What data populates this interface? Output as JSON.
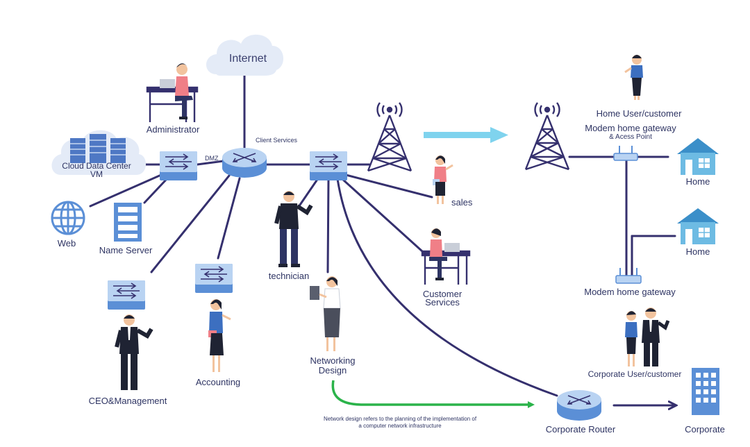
{
  "labels": {
    "internet": "Internet",
    "administrator": "Administrator",
    "client_services": "Client Services",
    "cloud_data_center": "Cloud Data Center",
    "cloud_vm": "VM",
    "dmz": "DMZ",
    "web": "Web",
    "name_server": "Name Server",
    "technician": "technician",
    "sales": "sales",
    "customer_services_1": "Customer",
    "customer_services_2": "Services",
    "accounting": "Accounting",
    "ceo_management": "CEO&Management",
    "networking_design_1": "Networking",
    "networking_design_2": "Design",
    "design_note_1": "Network design refers to the planning of the implementation of",
    "design_note_2": "a computer network infrastructure",
    "home_user": "Home User/customer",
    "modem_gateway_ap": "Modem home gateway",
    "access_point": "& Acess Point",
    "home_1": "Home",
    "home_2": "Home",
    "modem_gateway": "Modem home gateway",
    "corporate_user": "Corporate User/customer",
    "corporate_router": "Corporate Router",
    "corporate": "Corporate"
  },
  "colors": {
    "line": "#35306e",
    "device_blue": "#5b8fd6",
    "device_light": "#b9d3f2",
    "cloud": "#e4ebf7",
    "house": "#4fa3d6",
    "arrow_cyan": "#7fd3ee",
    "arrow_green": "#2bb34a",
    "skin": "#f2c39e",
    "pink_top": "#f07f87",
    "navy_suit": "#1f2333"
  },
  "icons": [
    "cloud-icon",
    "router-icon",
    "switch-icon",
    "globe-icon",
    "server-icon",
    "tower-icon",
    "house-icon",
    "building-icon",
    "access-point-icon",
    "person-icon",
    "desk-icon"
  ]
}
